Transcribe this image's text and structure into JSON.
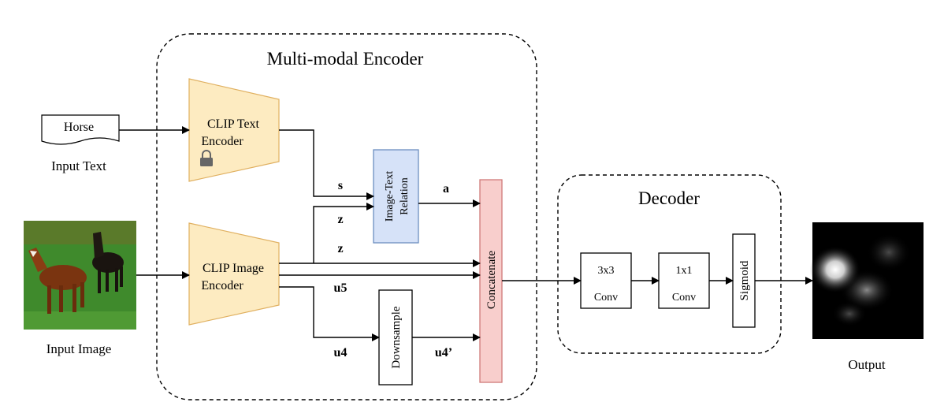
{
  "encoder": {
    "title": "Multi-modal Encoder"
  },
  "decoder": {
    "title": "Decoder"
  },
  "input_text": {
    "word": "Horse",
    "label": "Input Text"
  },
  "input_image": {
    "label": "Input Image"
  },
  "output": {
    "label": "Output"
  },
  "clip_text": {
    "line1": "CLIP Text",
    "line2": "Encoder"
  },
  "clip_image": {
    "line1": "CLIP Image",
    "line2": "Encoder"
  },
  "relation": {
    "line1": "Image-Text",
    "line2": "Relation"
  },
  "downsample": {
    "label": "Downsample"
  },
  "concatenate": {
    "label": "Concatenate"
  },
  "conv3": {
    "line1": "3x3",
    "line2": "Conv"
  },
  "conv1": {
    "line1": "1x1",
    "line2": "Conv"
  },
  "sigmoid": {
    "label": "Sigmoid"
  },
  "symbols": {
    "s": "s",
    "z_top": "z",
    "z_bottom": "z",
    "a": "a",
    "u5": "u5",
    "u4": "u4",
    "u4_prime": "u4’"
  },
  "colors": {
    "encoder_fill": "#fdebc1",
    "encoder_stroke": "#e0b060",
    "relation_fill": "#d6e2f8",
    "relation_stroke": "#6c8ebf",
    "concat_fill": "#f8cecc",
    "concat_stroke": "#d07a78",
    "lock": "#666666"
  }
}
